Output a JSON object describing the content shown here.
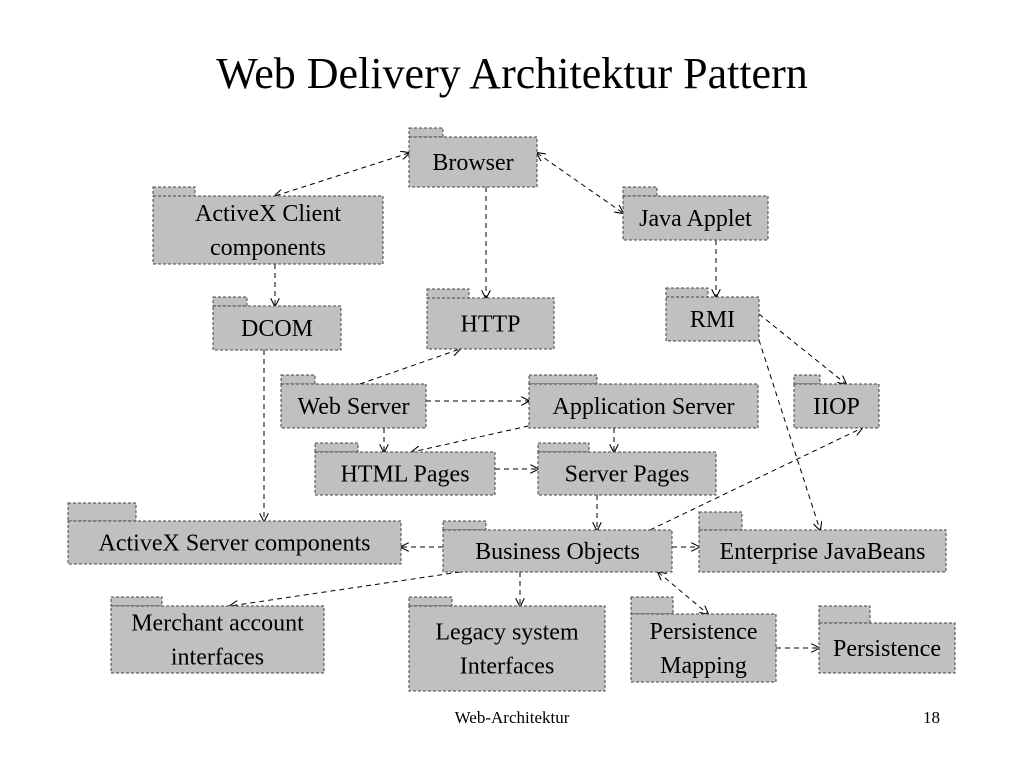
{
  "slide": {
    "title": "Web Delivery Architektur Pattern",
    "footer": "Web-Architektur",
    "page_number": "18"
  },
  "diagram": {
    "nodes": [
      {
        "id": "browser",
        "lines": [
          "Browser"
        ]
      },
      {
        "id": "activex-client",
        "lines": [
          "ActiveX Client",
          "components"
        ]
      },
      {
        "id": "java-applet",
        "lines": [
          "Java Applet"
        ]
      },
      {
        "id": "dcom",
        "lines": [
          "DCOM"
        ]
      },
      {
        "id": "http",
        "lines": [
          "HTTP"
        ]
      },
      {
        "id": "rmi",
        "lines": [
          "RMI"
        ]
      },
      {
        "id": "web-server",
        "lines": [
          "Web Server"
        ]
      },
      {
        "id": "application-server",
        "lines": [
          "Application Server"
        ]
      },
      {
        "id": "iiop",
        "lines": [
          "IIOP"
        ]
      },
      {
        "id": "html-pages",
        "lines": [
          "HTML Pages"
        ]
      },
      {
        "id": "server-pages",
        "lines": [
          "Server Pages"
        ]
      },
      {
        "id": "activex-server",
        "lines": [
          "ActiveX Server components"
        ]
      },
      {
        "id": "business-objects",
        "lines": [
          "Business Objects"
        ]
      },
      {
        "id": "enterprise-javabeans",
        "lines": [
          "Enterprise JavaBeans"
        ]
      },
      {
        "id": "merchant-account",
        "lines": [
          "Merchant account",
          "interfaces"
        ]
      },
      {
        "id": "legacy-system",
        "lines": [
          "Legacy system",
          "Interfaces"
        ]
      },
      {
        "id": "persistence-mapping",
        "lines": [
          "Persistence",
          "Mapping"
        ]
      },
      {
        "id": "persistence",
        "lines": [
          "Persistence"
        ]
      }
    ],
    "edges": [
      {
        "from": "browser",
        "to": "activex-client",
        "direction": "both"
      },
      {
        "from": "browser",
        "to": "java-applet",
        "direction": "both"
      },
      {
        "from": "browser",
        "to": "http",
        "direction": "forward"
      },
      {
        "from": "activex-client",
        "to": "dcom",
        "direction": "forward"
      },
      {
        "from": "java-applet",
        "to": "rmi",
        "direction": "forward"
      },
      {
        "from": "rmi",
        "to": "iiop",
        "direction": "forward"
      },
      {
        "from": "rmi",
        "to": "enterprise-javabeans",
        "direction": "forward"
      },
      {
        "from": "web-server",
        "to": "http",
        "direction": "forward"
      },
      {
        "from": "web-server",
        "to": "application-server",
        "direction": "forward"
      },
      {
        "from": "web-server",
        "to": "html-pages",
        "direction": "forward"
      },
      {
        "from": "application-server",
        "to": "html-pages",
        "direction": "forward"
      },
      {
        "from": "application-server",
        "to": "server-pages",
        "direction": "forward"
      },
      {
        "from": "html-pages",
        "to": "server-pages",
        "direction": "forward"
      },
      {
        "from": "server-pages",
        "to": "business-objects",
        "direction": "forward"
      },
      {
        "from": "dcom",
        "to": "activex-server",
        "direction": "forward"
      },
      {
        "from": "business-objects",
        "to": "activex-server",
        "direction": "forward"
      },
      {
        "from": "business-objects",
        "to": "enterprise-javabeans",
        "direction": "forward"
      },
      {
        "from": "business-objects",
        "to": "iiop",
        "direction": "forward"
      },
      {
        "from": "business-objects",
        "to": "merchant-account",
        "direction": "forward"
      },
      {
        "from": "business-objects",
        "to": "legacy-system",
        "direction": "forward"
      },
      {
        "from": "business-objects",
        "to": "persistence-mapping",
        "direction": "both"
      },
      {
        "from": "persistence-mapping",
        "to": "persistence",
        "direction": "forward"
      }
    ]
  }
}
